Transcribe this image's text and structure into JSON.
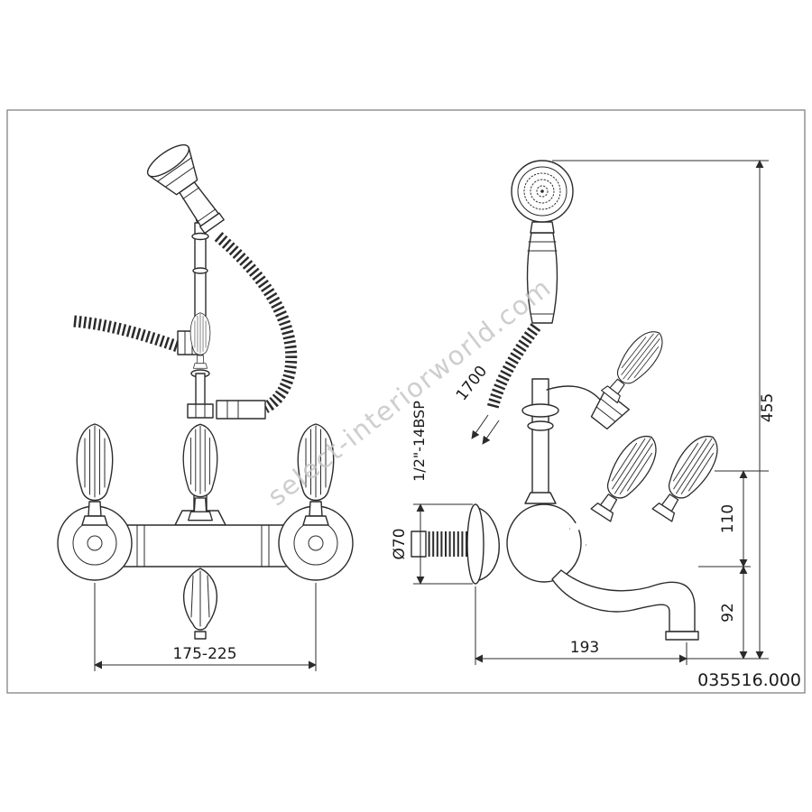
{
  "page": {
    "background": "#ffffff",
    "border_color": "#8c8c8c",
    "line_color": "#2b2b2b"
  },
  "watermark": {
    "text": "select-interiorworld.com"
  },
  "product": {
    "code": "035516.000"
  },
  "views": {
    "front": {
      "description": "front view of wall-mounted bath mixer with hand shower",
      "dimensions": {
        "width_range": "175-225"
      }
    },
    "side": {
      "description": "side view of wall-mounted bath mixer with hand shower",
      "dimensions": {
        "hose_length": "1700",
        "thread": "1/2\"-14BSP",
        "flange_diameter": "Ø70",
        "total_height": "455",
        "handle_to_spout": "110",
        "spout_drop": "92",
        "wall_to_spout": "193"
      }
    }
  }
}
